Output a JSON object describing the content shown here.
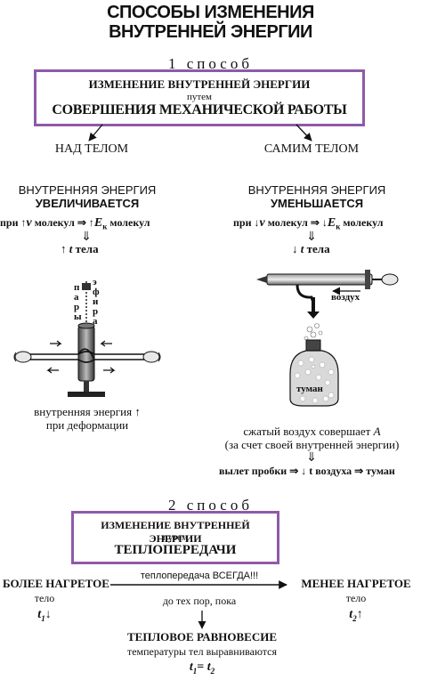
{
  "title_line1": "СПОСОБЫ ИЗМЕНЕНИЯ",
  "title_line2": "ВНУТРЕННЕЙ ЭНЕРГИИ",
  "method1": {
    "label": "1 способ",
    "box_line1": "ИЗМЕНЕНИЕ ВНУТРЕННЕЙ ЭНЕРГИИ",
    "box_line2": "путем",
    "box_line3": "СОВЕРШЕНИЯ МЕХАНИЧЕСКОЙ РАБОТЫ"
  },
  "left": {
    "heading": "НАД ТЕЛОМ",
    "energy_line1": "ВНУТРЕННЯЯ ЭНЕРГИЯ",
    "energy_line2": "УВЕЛИЧИВАЕТСЯ",
    "formula_pre": "при",
    "formula_mid": "молекул ⇒",
    "formula_post": "молекул",
    "implies": "⇓",
    "temp_text": "тела",
    "vapor_word": "пары",
    "ether_word": "эфира",
    "caption_line1": "внутренняя энергия",
    "caption_line2": "при деформации"
  },
  "right": {
    "heading": "САМИМ ТЕЛОМ",
    "energy_line1": "ВНУТРЕННЯЯ ЭНЕРГИЯ",
    "energy_line2": "УМЕНЬШАЕТСЯ",
    "formula_pre": "при",
    "formula_mid": "молекул ⇒",
    "formula_post": "молекул",
    "implies": "⇓",
    "temp_text": "тела",
    "air_label": "воздух",
    "fog_label": "туман",
    "caption_line1": "сжатый воздух совершает",
    "caption_var": "A",
    "caption_line2": "(за счет своей внутренней энергии)",
    "implies2": "⇓",
    "result_line": "вылет пробки ⇒ ↓ t воздуха ⇒ туман"
  },
  "method2": {
    "label": "2 способ",
    "box_line1": "ИЗМЕНЕНИЕ ВНУТРЕННЕЙ ЭНЕРГИИ",
    "box_line2": "путем",
    "box_line3": "ТЕПЛОПЕРЕДАЧИ"
  },
  "heat": {
    "left_line1": "БОЛЕЕ НАГРЕТОЕ",
    "left_line2": "тело",
    "right_line1": "МЕНЕЕ НАГРЕТОЕ",
    "right_line2": "тело",
    "arrow_top": "теплопередача ВСЕГДА!!!",
    "arrow_bottom": "до тех пор, пока",
    "equilibrium": "ТЕПЛОВОЕ РАВНОВЕСИЕ",
    "equal_text": "температуры тел выравниваются"
  },
  "colors": {
    "box_border": "#8e5aa8"
  }
}
